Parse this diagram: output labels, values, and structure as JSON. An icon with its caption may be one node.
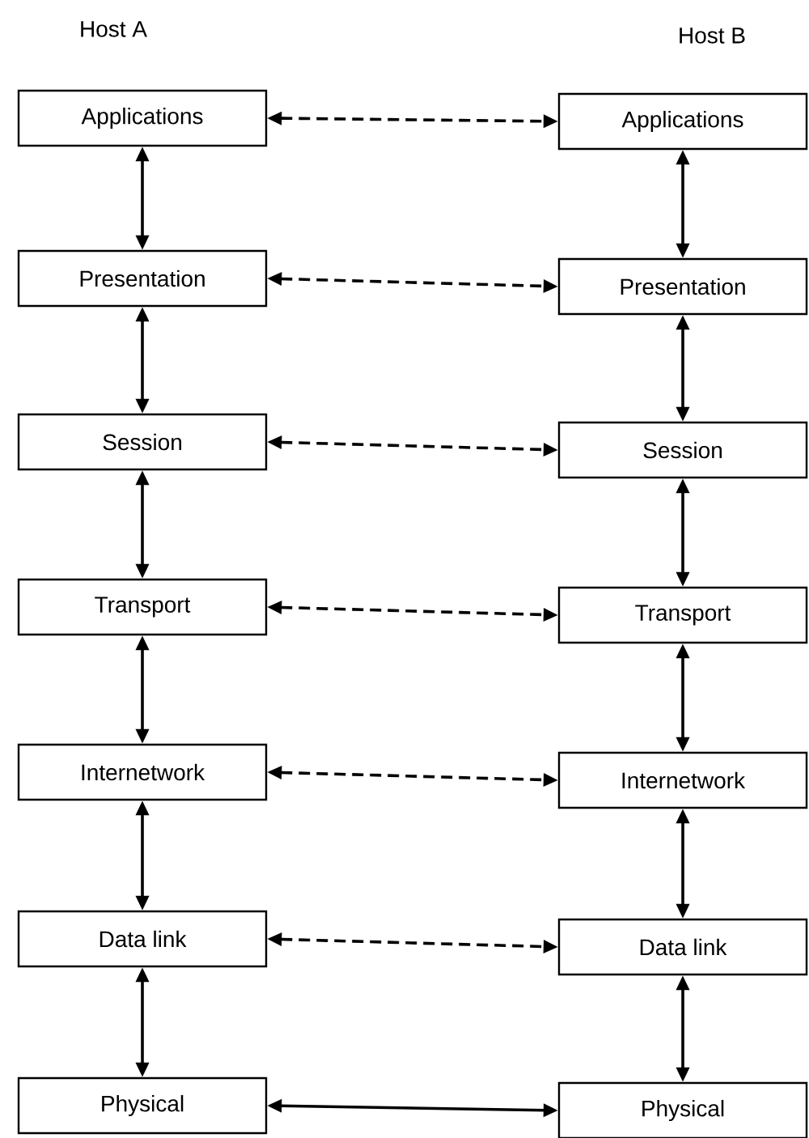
{
  "diagram": {
    "nodes": [
      {
        "text": [
          "Applications"
        ]
      },
      {
        "text": [
          "Presentation"
        ]
      },
      {
        "text": [
          "Session"
        ]
      },
      {
        "text": [
          "Transport"
        ]
      },
      {
        "text": [
          "Internetwork"
        ]
      },
      {
        "text": [
          "Data link"
        ]
      },
      {
        "text": [
          "Physical"
        ]
      },
      {
        "text": [
          "Applications"
        ]
      },
      {
        "text": [
          "Presentation"
        ]
      },
      {
        "text": [
          "Session"
        ]
      },
      {
        "text": [
          "Transport"
        ]
      },
      {
        "text": [
          "Internetwork"
        ]
      },
      {
        "text": [
          "Data link"
        ]
      },
      {
        "text": [
          "Physical"
        ]
      }
    ],
    "edges": [
      {
        "from": 0,
        "to": 7,
        "arrow": "both",
        "style": "dashed"
      },
      {
        "from": 0,
        "to": 1,
        "arrow": "both"
      },
      {
        "from": 7,
        "to": 8,
        "arrow": "both"
      },
      {
        "from": 1,
        "to": 8,
        "arrow": "both",
        "style": "dashed"
      },
      {
        "from": 1,
        "to": 2,
        "arrow": "both"
      },
      {
        "from": 8,
        "to": 9,
        "arrow": "both"
      },
      {
        "from": 2,
        "to": 9,
        "arrow": "both",
        "style": "dashed"
      },
      {
        "from": 2,
        "to": 3,
        "arrow": "both"
      },
      {
        "from": 9,
        "to": 10,
        "arrow": "both"
      },
      {
        "from": 3,
        "to": 10,
        "arrow": "both",
        "style": "dashed"
      },
      {
        "from": 3,
        "to": 4,
        "arrow": "both"
      },
      {
        "from": 10,
        "to": 11,
        "arrow": "both"
      },
      {
        "from": 4,
        "to": 11,
        "arrow": "both",
        "style": "dashed"
      },
      {
        "from": 4,
        "to": 5,
        "arrow": "both"
      },
      {
        "from": 11,
        "to": 12,
        "arrow": "both"
      },
      {
        "from": 5,
        "to": 12,
        "arrow": "both",
        "style": "dashed"
      },
      {
        "from": 5,
        "to": 6,
        "arrow": "both"
      },
      {
        "from": 12,
        "to": 13,
        "arrow": "both"
      },
      {
        "from": 6,
        "to": 13,
        "arrow": "both"
      }
    ],
    "labels": [
      "Host A",
      "Host B"
    ]
  }
}
